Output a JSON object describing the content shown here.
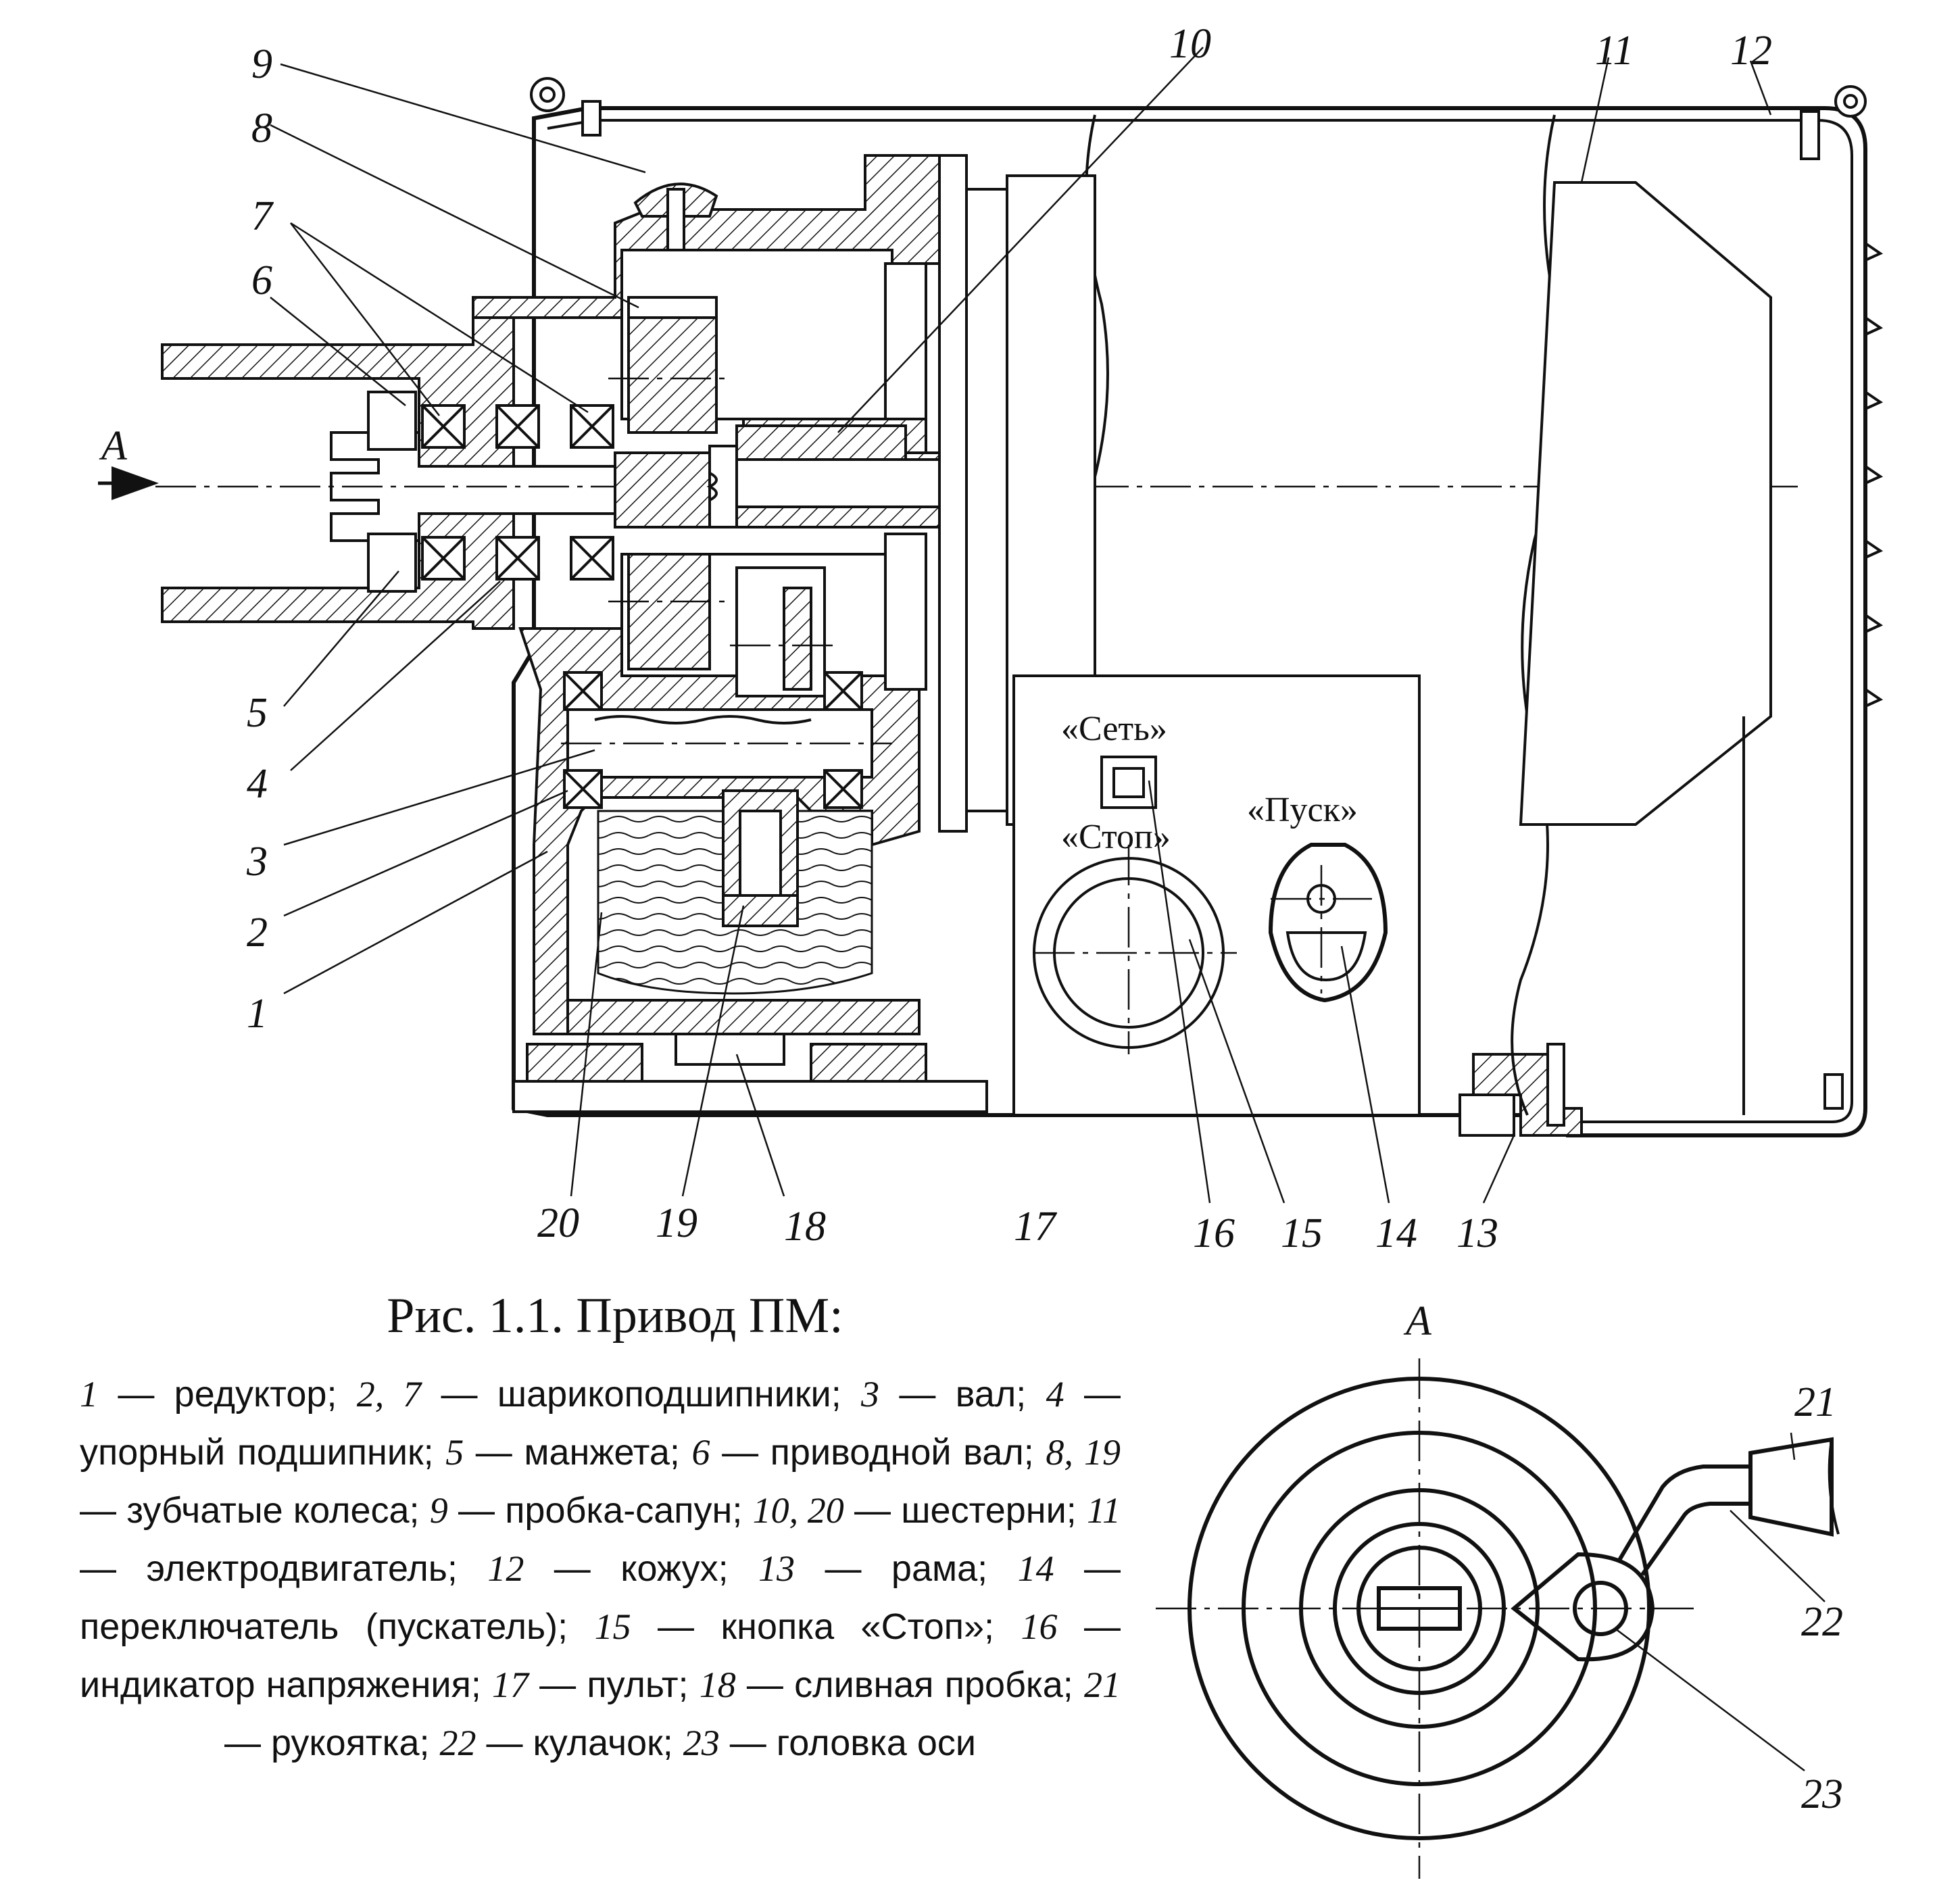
{
  "figure": {
    "caption_title": "Рис. 1.1. Привод ПМ:",
    "legend_items": [
      {
        "num": "1",
        "text": "редуктор;"
      },
      {
        "num": "2, 7",
        "text": "шарикоподшипники;"
      },
      {
        "num": "3",
        "text": "вал;"
      },
      {
        "num": "4",
        "text": "упорный подшипник;"
      },
      {
        "num": "5",
        "text": "манжета;"
      },
      {
        "num": "6",
        "text": "приводной вал;"
      },
      {
        "num": "8, 19",
        "text": "зубчатые колеса;"
      },
      {
        "num": "9",
        "text": "пробка-сапун;"
      },
      {
        "num": "10, 20",
        "text": "шестерни;"
      },
      {
        "num": "11",
        "text": "электродвигатель;"
      },
      {
        "num": "12",
        "text": "кожух;"
      },
      {
        "num": "13",
        "text": "рама;"
      },
      {
        "num": "14",
        "text": "переключатель (пускатель);"
      },
      {
        "num": "15",
        "text": "кнопка «Стоп»;"
      },
      {
        "num": "16",
        "text": "индикатор напряжения;"
      },
      {
        "num": "17",
        "text": "пульт;"
      },
      {
        "num": "18",
        "text": "сливная пробка;"
      },
      {
        "num": "21",
        "text": "рукоятка;"
      },
      {
        "num": "22",
        "text": "кулачок;"
      },
      {
        "num": "23",
        "text": "головка оси"
      }
    ],
    "dash": "—"
  },
  "labels": {
    "n1": "1",
    "n2": "2",
    "n3": "3",
    "n4": "4",
    "n5": "5",
    "n6": "6",
    "n7": "7",
    "n8": "8",
    "n9": "9",
    "n10": "10",
    "n11": "11",
    "n12": "12",
    "n13": "13",
    "n14": "14",
    "n15": "15",
    "n16": "16",
    "n17": "17",
    "n18": "18",
    "n19": "19",
    "n20": "20",
    "n21": "21",
    "n22": "22",
    "n23": "23",
    "view_arrow": "A",
    "view_title": "A"
  },
  "panel": {
    "set_label": "«Сеть»",
    "stop_label": "«Стоп»",
    "start_label": "«Пуск»"
  }
}
